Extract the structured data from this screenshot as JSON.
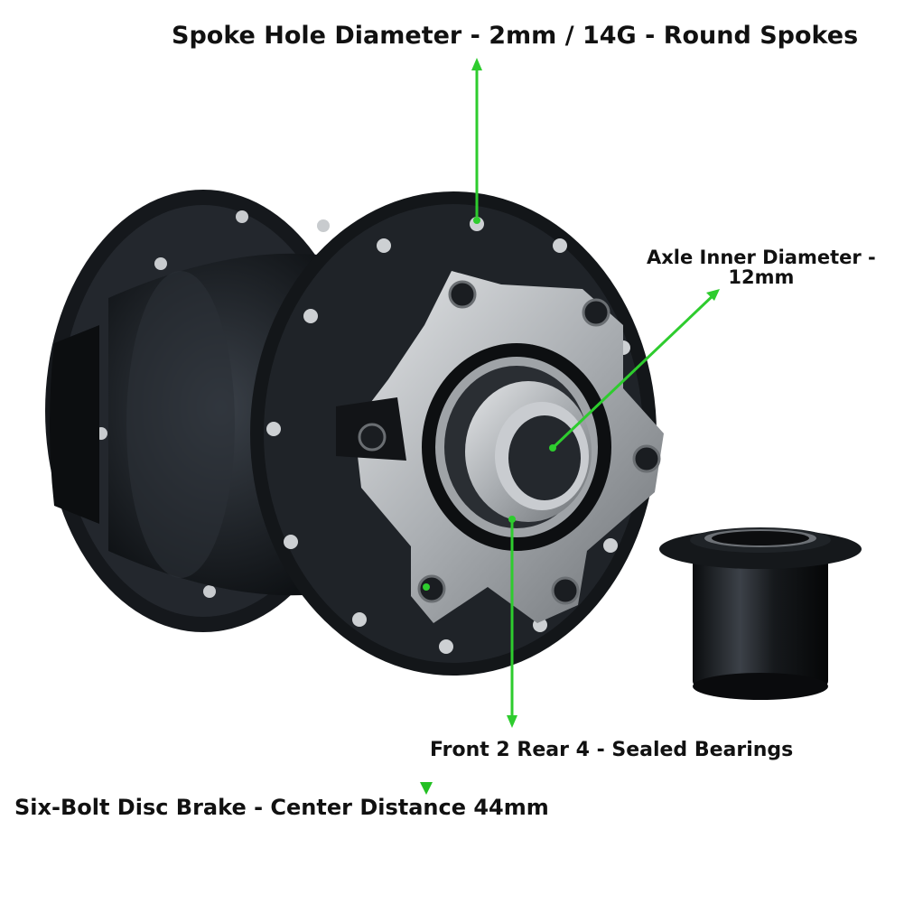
{
  "annotations": {
    "spoke_hole": "Spoke Hole Diameter - 2mm / 14G - Round Spokes",
    "axle_line1": "Axle Inner Diameter -",
    "axle_line2": "12mm",
    "bearings": "Front 2 Rear 4 - Sealed Bearings",
    "disc_brake": "Six-Bolt Disc Brake - Center Distance 44mm"
  },
  "colors": {
    "background": "#ffffff",
    "arrow": "#2ecc2e",
    "hub_body": "#1b1f24",
    "rotor_mount": "#b9bcbf",
    "text": "#111111"
  },
  "icons": {
    "product": "bicycle-hub-illustration",
    "end_cap": "axle-end-cap-illustration"
  }
}
